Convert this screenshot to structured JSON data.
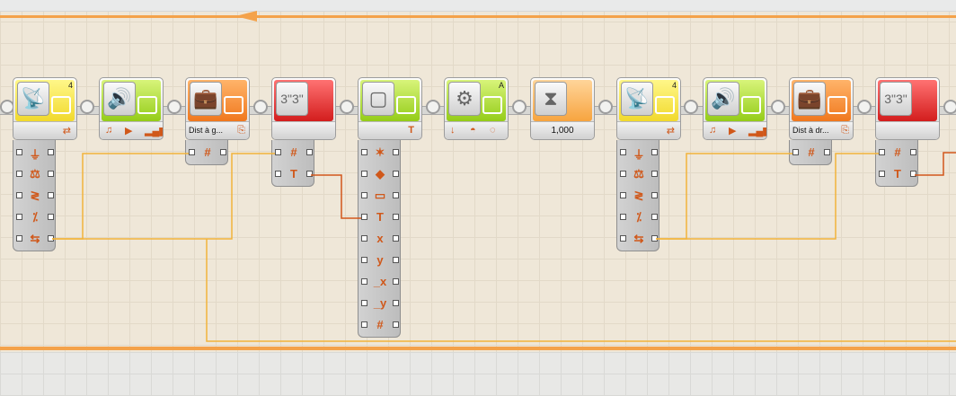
{
  "canvas": {
    "colors": {
      "beam": "#f4a24a",
      "number_wire": "#f2b33a",
      "text_wire": "#d2571a",
      "grid_bg": "#efe7d8"
    }
  },
  "blocks": [
    {
      "id": "ultrasonic-1",
      "type": "ultrasonic-sensor",
      "port": "4",
      "color": "yellow"
    },
    {
      "id": "sound-1",
      "type": "sound",
      "color": "green"
    },
    {
      "id": "variable-1",
      "type": "variable",
      "label": "Dist à g...",
      "color": "orange"
    },
    {
      "id": "number-to-text-1",
      "type": "number-to-text",
      "color": "red"
    },
    {
      "id": "display-1",
      "type": "display",
      "color": "green"
    },
    {
      "id": "motor-1",
      "type": "motor",
      "port": "A",
      "color": "green"
    },
    {
      "id": "wait-1",
      "type": "wait-time",
      "value": "1,000",
      "color": "amber"
    },
    {
      "id": "ultrasonic-2",
      "type": "ultrasonic-sensor",
      "port": "4",
      "color": "yellow"
    },
    {
      "id": "sound-2",
      "type": "sound",
      "color": "green"
    },
    {
      "id": "variable-2",
      "type": "variable",
      "label": "Dist à dr...",
      "color": "orange"
    },
    {
      "id": "number-to-text-2",
      "type": "number-to-text",
      "color": "red"
    }
  ],
  "hubs": {
    "ultrasonic_plugs": [
      "port-plug",
      "scale-plug",
      "compare-plug",
      "distance-plug",
      "yes-no-plug"
    ],
    "variable_plugs": [
      "#"
    ],
    "number_to_text_plugs": [
      "#",
      "T"
    ],
    "display_plugs": [
      "✶",
      "◆",
      "▭",
      "T",
      "x",
      "y",
      "_x",
      "_y",
      "#"
    ]
  },
  "glyphs": {
    "hash": "#",
    "text": "T",
    "x": "x",
    "y": "y",
    "end_x": "_x",
    "end_y": "_y",
    "star": "✶",
    "diamond": "◆",
    "rect": "▭"
  }
}
